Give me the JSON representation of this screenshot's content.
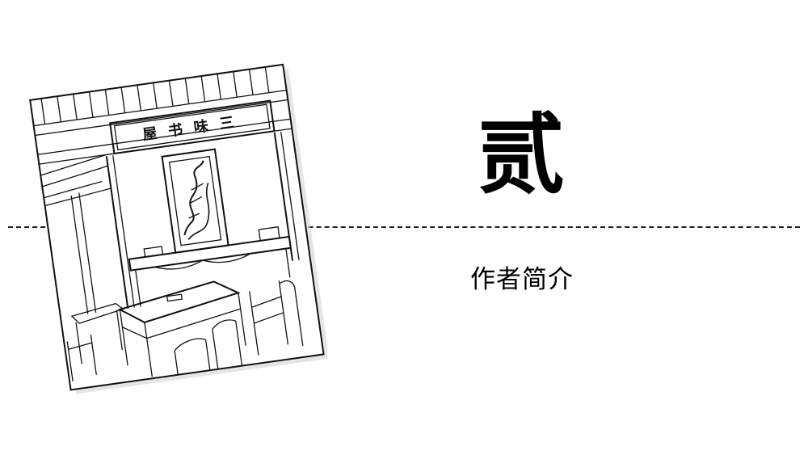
{
  "slide": {
    "title": "贰",
    "subtitle": "作者简介",
    "illustration": {
      "sign_text": "三味书屋"
    }
  },
  "colors": {
    "background": "#ffffff",
    "ink": "#000000",
    "divider": "#222222"
  }
}
